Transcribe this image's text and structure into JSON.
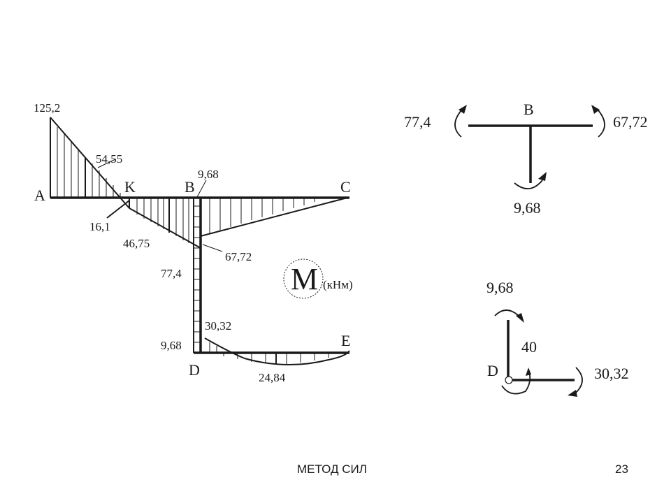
{
  "diagram": {
    "title_letter": "M",
    "units": "(кНм)",
    "main": {
      "nodes": {
        "A": "A",
        "K": "K",
        "B": "B",
        "C": "C",
        "D": "D",
        "E": "E"
      },
      "values": {
        "a_top": "125,2",
        "mid_ak": "54,55",
        "k_below": "16,1",
        "kb_below": "46,75",
        "b_top": "9,68",
        "b_right": "67,72",
        "col_top_left": "77,4",
        "col_bot_left": "9,68",
        "d_top_right": "30,32",
        "de_bottom": "24,84"
      }
    },
    "joint_b": {
      "node": "B",
      "left_moment": "77,4",
      "right_moment": "67,72",
      "bottom_moment": "9,68"
    },
    "joint_d": {
      "node": "D",
      "top_moment": "9,68",
      "column_value": "40",
      "right_moment": "30,32"
    }
  },
  "footer": {
    "title": "МЕТОД СИЛ",
    "page_number": "23"
  }
}
